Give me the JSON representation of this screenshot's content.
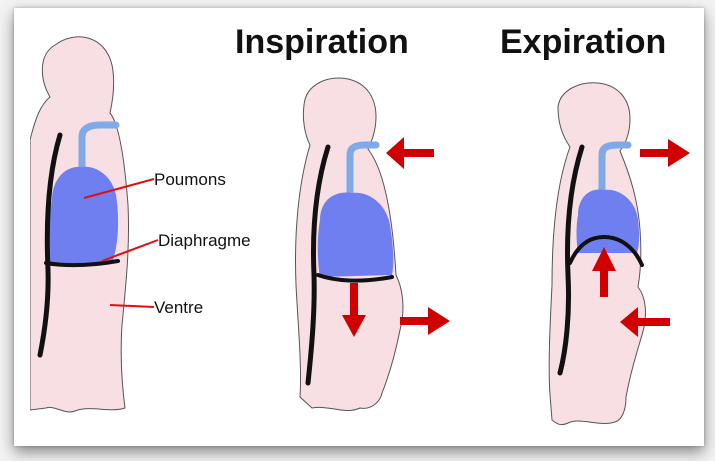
{
  "titles": {
    "inspiration": "Inspiration",
    "expiration": "Expiration"
  },
  "labels": {
    "lungs": "Poumons",
    "diaphragm": "Diaphragme",
    "belly": "Ventre"
  },
  "colors": {
    "skin": "#f8dfe4",
    "skin_outline": "#333333",
    "lungs": "#6f7ff0",
    "airway": "#7fa9e8",
    "spine": "#111111",
    "arrow": "#d10000",
    "leader_line": "#e01010"
  }
}
